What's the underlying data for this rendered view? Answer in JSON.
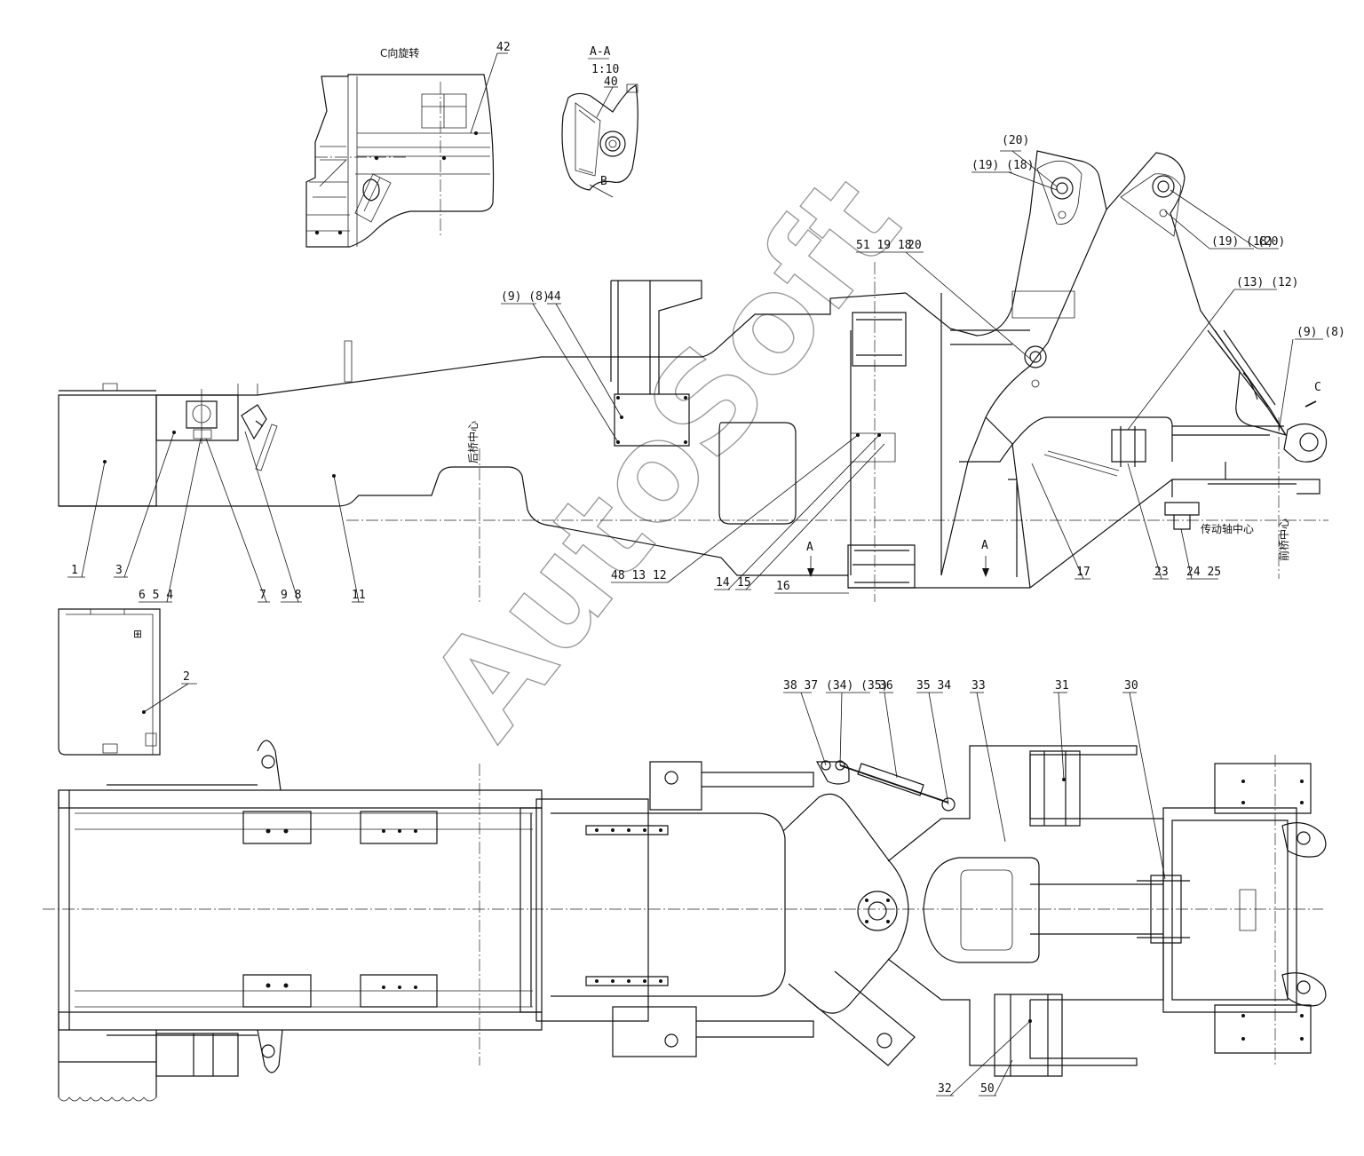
{
  "drawing": {
    "view_titles": {
      "view_c": "C向旋转",
      "section_a": "A-A",
      "section_scale": "1:10",
      "section_mark_b": "B",
      "section_arrow_a": "A",
      "view_arrow_c": "C"
    },
    "annotations": {
      "rear_axle_center": "后桥中心",
      "front_axle_center": "前桥中心",
      "driveshaft_center": "传动轴中心"
    },
    "watermark": "AutoSoft",
    "part_labels": {
      "p42": "42",
      "p40": "40",
      "p44": "44",
      "p9_8_top": "(9) (8)",
      "p20_a": "(20)",
      "p19_18_a": "(19) (18)",
      "p19_18_b": "(19) (18)",
      "p20_b": "(20)",
      "p51_19_18": "51 19 18",
      "p20_c": "20",
      "p13_12": "(13) (12)",
      "p9_8_right": "(9) (8)",
      "p1": "1",
      "p3": "3",
      "p6_5_4": "6 5 4",
      "p7": "7",
      "p9_8": "9 8",
      "p11": "11",
      "p48_13_12": "48 13 12",
      "p14": "14",
      "p15": "15",
      "p16": "16",
      "p17": "17",
      "p23": "23",
      "p24_25": "24 25",
      "p2": "2",
      "p38_37": "38 37",
      "p34_35": "(34) (35)",
      "p36": "36",
      "p35_34": "35 34",
      "p33": "33",
      "p31": "31",
      "p30": "30",
      "p32": "32",
      "p50": "50"
    }
  }
}
